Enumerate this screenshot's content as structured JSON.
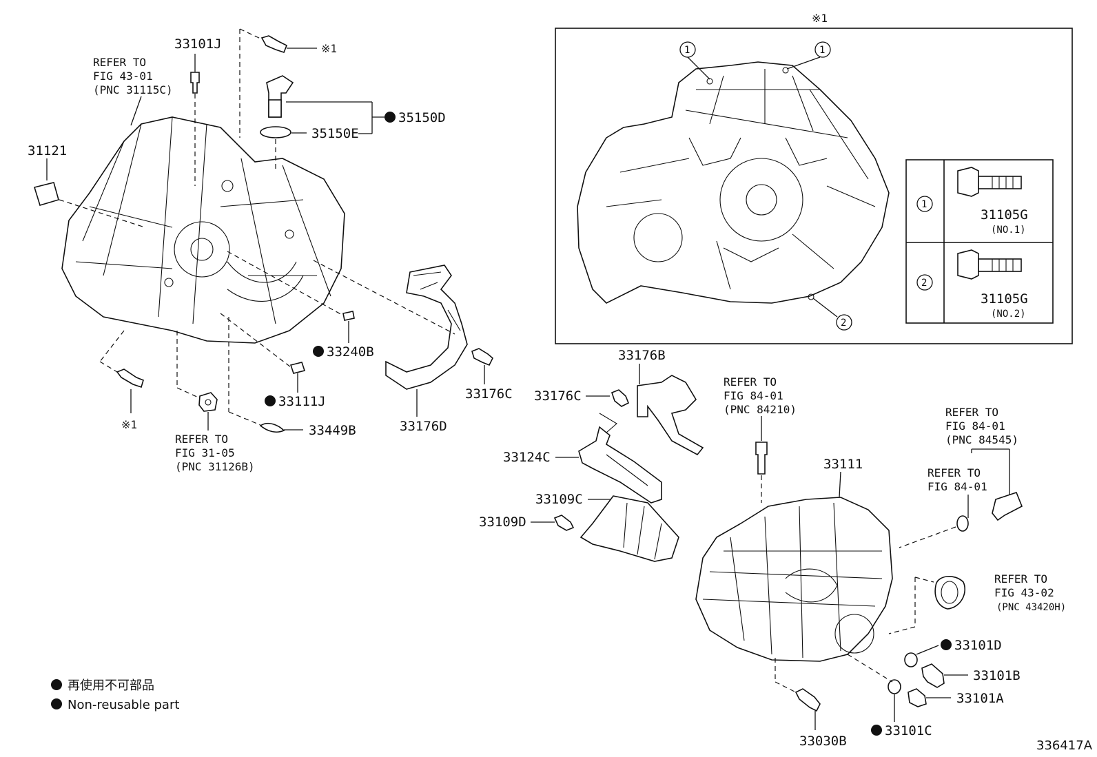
{
  "figure_id": "336417A",
  "inset_mark": "※1",
  "labels": {
    "p33101J": "33101J",
    "p35150D": "35150D",
    "p35150E": "35150E",
    "p31121": "31121",
    "p33240B": "33240B",
    "p33111J": "33111J",
    "p33449B": "33449B",
    "p33176D": "33176D",
    "p33176C_a": "33176C",
    "p33176B": "33176B",
    "p33176C_b": "33176C",
    "p33124C": "33124C",
    "p33109C": "33109C",
    "p33109D": "33109D",
    "p33111": "33111",
    "p33101D": "33101D",
    "p33101B": "33101B",
    "p33101A": "33101A",
    "p33101C": "33101C",
    "p33030B": "33030B",
    "mark_top": "※1",
    "mark_bottom": "※1"
  },
  "references": {
    "ref1": [
      "REFER TO",
      "FIG 43-01",
      "(PNC 31115C)"
    ],
    "ref2": [
      "REFER TO",
      "FIG 31-05",
      "(PNC 31126B)"
    ],
    "ref3": [
      "REFER TO",
      "FIG 84-01",
      "(PNC 84210)"
    ],
    "ref4": [
      "REFER TO",
      "FIG 84-01",
      "(PNC 84545)"
    ],
    "ref5": [
      "REFER TO",
      "FIG 84-01"
    ],
    "ref6": [
      "REFER TO",
      "FIG 43-02",
      "(PNC 43420H)"
    ]
  },
  "inset_table": {
    "rows": [
      {
        "index": "1",
        "part": "31105G",
        "note": "(NO.1)"
      },
      {
        "index": "2",
        "part": "31105G",
        "note": "(NO.2)"
      }
    ]
  },
  "inset_callouts": [
    "1",
    "1",
    "2"
  ],
  "legend": {
    "line1": "再使用不可部品",
    "line2": "Non-reusable part"
  }
}
